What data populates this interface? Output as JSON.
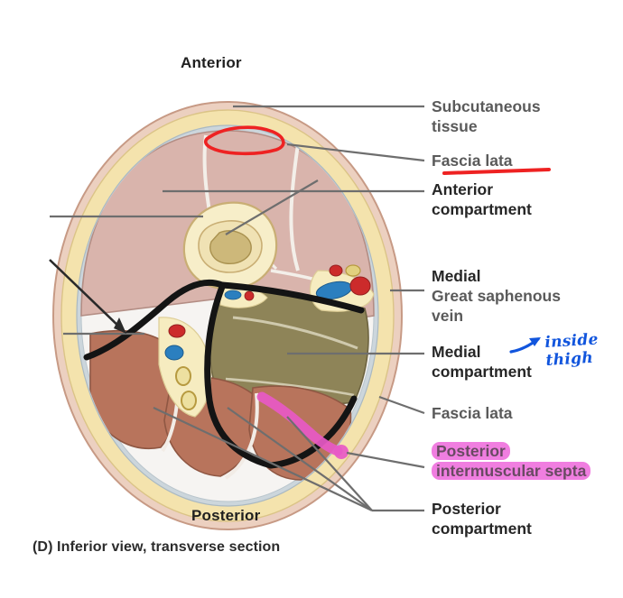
{
  "figure": {
    "caption": "(D) Inferior view, transverse section",
    "orientation": {
      "anterior": "Anterior",
      "posterior": "Posterior"
    }
  },
  "labels": {
    "subcutaneous_tissue_l1": "Subcutaneous",
    "subcutaneous_tissue_l2": "tissue",
    "fascia_lata_top": "Fascia lata",
    "anterior_compartment_l1": "Anterior",
    "anterior_compartment_l2": "compartment",
    "medial": "Medial",
    "great_saphenous_vein_l1": "Great saphenous",
    "great_saphenous_vein_l2": "vein",
    "medial_compartment_l1": "Medial",
    "medial_compartment_l2": "compartment",
    "fascia_lata_bottom": "Fascia lata",
    "posterior_septa_l1": "Posterior",
    "posterior_septa_l2": "intermuscular septa",
    "posterior_compartment_l1": "Posterior",
    "posterior_compartment_l2": "compartment"
  },
  "annotations": {
    "handwritten_note": "inside thigh",
    "red_circle_target": "fascia lata",
    "red_underline_target": "Fascia lata",
    "pink_highlight_target": "Posterior intermuscular septa",
    "blue_arrow_target": "Medial compartment"
  },
  "colors": {
    "skin": "#e8c4b0",
    "subcutaneous_fat": "#f2e0a8",
    "fascia_lata": "#c9d2d8",
    "anterior_compartment": "#d7b3ab",
    "medial_compartment": "#8a8055",
    "posterior_compartment": "#b8745c",
    "bone": "#f5ecc8",
    "marrow": "#cdb87a",
    "artery": "#cc2b2b",
    "vein": "#2b7fbf",
    "nerve": "#d9c158",
    "septum_black": "#1a1a1a",
    "highlight_pink": "#f07ee0",
    "mark_red": "#ee2222",
    "handwriting_blue": "#1155dd",
    "leader_line": "#6e6e6e"
  }
}
